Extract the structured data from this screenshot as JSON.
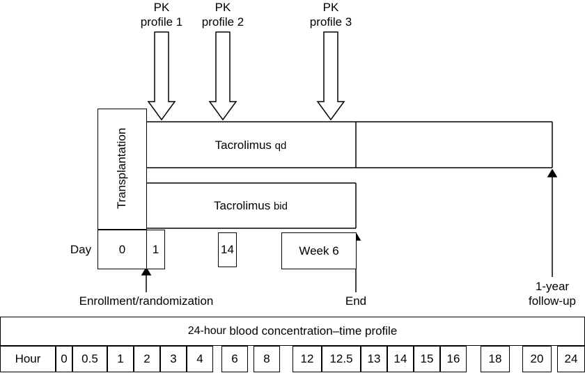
{
  "pk_profiles": [
    {
      "title": "PK",
      "subtitle": "profile 1"
    },
    {
      "title": "PK",
      "subtitle": "profile 2"
    },
    {
      "title": "PK",
      "subtitle": "profile 3"
    }
  ],
  "transplantation": "Transplantation",
  "arms": {
    "qd": {
      "drug": "Tacrolimus",
      "regimen": "qd"
    },
    "bid": {
      "drug": "Tacrolimus",
      "regimen": "bid"
    }
  },
  "timeline": {
    "day_label": "Day",
    "day0": "0",
    "day1": "1",
    "day14": "14",
    "week6": "Week 6"
  },
  "annotations": {
    "enrollment": "Enrollment/randomization",
    "end": "End",
    "followup_line1": "1-year",
    "followup_line2": "follow-up"
  },
  "profile_table": {
    "title_prefix": "24-hour",
    "title_bold": "blood concentration–time profile",
    "row_label": "Hour",
    "hours": [
      "0",
      "0.5",
      "1",
      "2",
      "3",
      "4",
      "6",
      "8",
      "12",
      "12.5",
      "13",
      "14",
      "15",
      "16",
      "18",
      "20",
      "24"
    ]
  }
}
